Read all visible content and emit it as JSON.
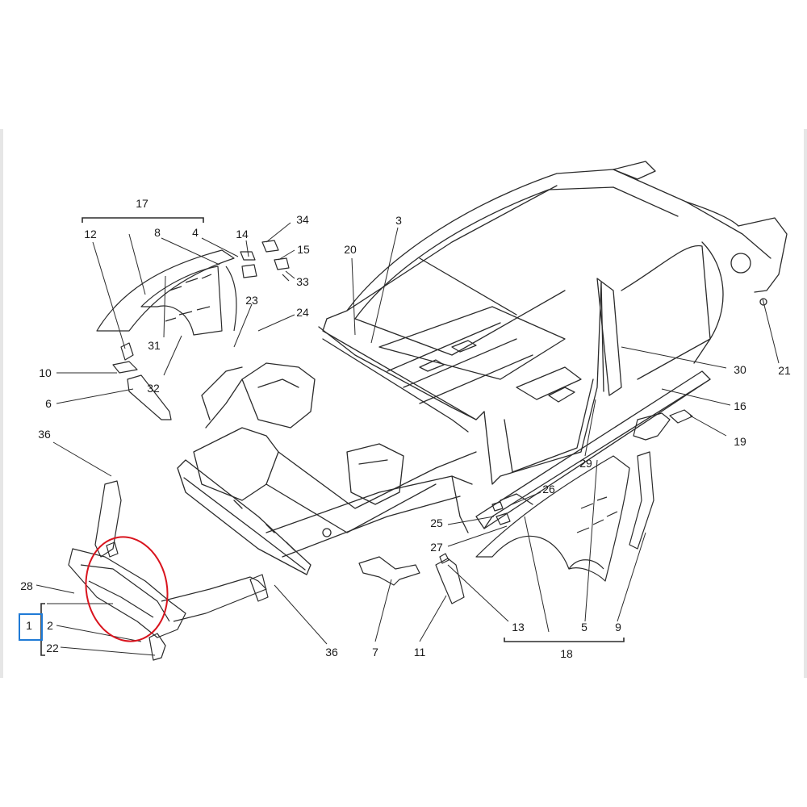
{
  "diagram": {
    "selected_callout": "1",
    "highlight_color": "#d9141e",
    "selection_color": "#1f7ad6",
    "line_color": "#2b2b2b",
    "callouts": [
      "1",
      "2",
      "3",
      "4",
      "5",
      "6",
      "7",
      "8",
      "9",
      "10",
      "11",
      "12",
      "13",
      "14",
      "15",
      "16",
      "17",
      "18",
      "19",
      "20",
      "21",
      "22",
      "23",
      "24",
      "25",
      "26",
      "27",
      "28",
      "29",
      "30",
      "31",
      "32",
      "33",
      "34",
      "36"
    ],
    "group_labels": {
      "front_fender_group": "17",
      "front_fender_rh_group": "18",
      "front_crossmember_group": "1"
    }
  }
}
